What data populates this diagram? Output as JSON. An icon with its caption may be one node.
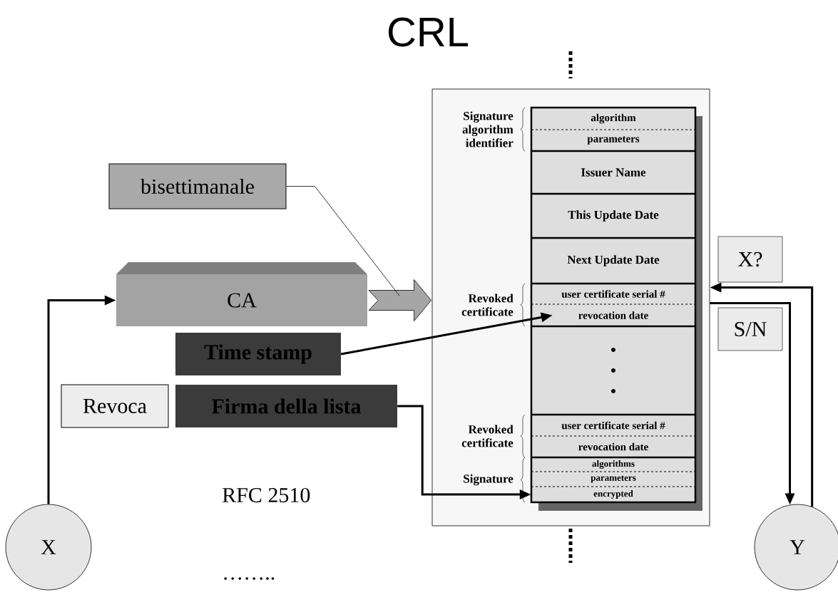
{
  "diagram": {
    "title": "CRL",
    "nodes": [
      {
        "text": [
          "CA"
        ]
      },
      {
        "text": [
          "bisettimanale"
        ]
      },
      {
        "text": [],
        "shape": "box"
      },
      {
        "text": [
          "algorithm"
        ],
        "in": 2
      },
      {
        "text": [
          "parameters"
        ],
        "in": 2
      },
      {
        "text": [
          "Issuer Name"
        ],
        "in": 2
      },
      {
        "text": [
          "This Update Date"
        ],
        "in": 2
      },
      {
        "text": [
          "Next Update Date"
        ],
        "in": 2
      },
      {
        "text": [
          "user certificate serial #"
        ],
        "in": 2
      },
      {
        "text": [
          "revocation date"
        ],
        "in": 2
      },
      {
        "text": [],
        "shape": "box",
        "in": 2
      },
      {
        "text": [
          "user certificate serial #"
        ],
        "in": 2
      },
      {
        "text": [
          "revocation date"
        ],
        "in": 2
      },
      {
        "text": [
          "algorithms"
        ],
        "in": 2
      },
      {
        "text": [
          "parameters"
        ],
        "in": 2
      },
      {
        "text": [
          "encrypted"
        ],
        "in": 2
      },
      {
        "text": [
          "X?"
        ]
      },
      {
        "text": [
          "S/N"
        ]
      },
      {
        "text": [
          "Time stamp"
        ]
      },
      {
        "text": [
          "Revoca"
        ]
      },
      {
        "text": [
          "Firma della lista"
        ]
      },
      {
        "text": [
          "X"
        ]
      },
      {
        "text": [
          "Y"
        ]
      }
    ],
    "edges": [
      {
        "from": 21,
        "to": 0,
        "arrow": "to"
      },
      {
        "from": 0,
        "to": 2,
        "arrow": "to",
        "style": "thick"
      },
      {
        "from": 1,
        "to": null,
        "arrow": "none"
      },
      {
        "from": 18,
        "to": 9,
        "arrow": "to"
      },
      {
        "from": 20,
        "to": 15,
        "arrow": "to"
      },
      {
        "from": 22,
        "to": 2,
        "arrow": "to"
      },
      {
        "from": 2,
        "to": 22,
        "arrow": "to"
      }
    ],
    "labels": [
      "Signature algorithm identifier",
      "Revoked certificate",
      "Revoked certificate",
      "Signature",
      "RFC 2510",
      "…….."
    ]
  }
}
